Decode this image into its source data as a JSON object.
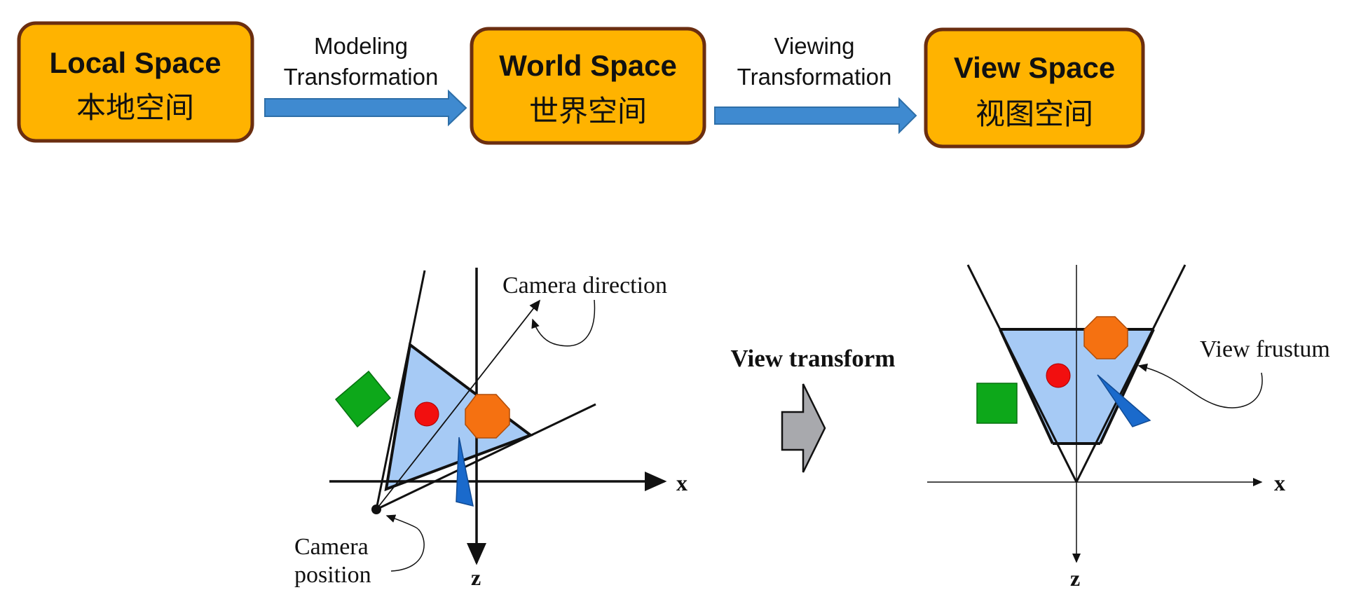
{
  "pipeline": {
    "stages": [
      {
        "title": "Local Space",
        "subtitle": "本地空间"
      },
      {
        "title": "World Space",
        "subtitle": "世界空间"
      },
      {
        "title": "View Space",
        "subtitle": "视图空间"
      }
    ],
    "transforms": [
      {
        "line1": "Modeling",
        "line2": "Transformation"
      },
      {
        "line1": "Viewing",
        "line2": "Transformation"
      }
    ]
  },
  "illustration": {
    "left": {
      "camera_direction_label": "Camera direction",
      "camera_position_label_1": "Camera",
      "camera_position_label_2": "position",
      "x_axis_label": "x",
      "z_axis_label": "z"
    },
    "middle": {
      "transform_label": "View transform"
    },
    "right": {
      "view_frustum_label": "View frustum",
      "x_axis_label": "x",
      "z_axis_label": "z"
    }
  },
  "colors": {
    "stage_fill": "#FFB300",
    "stage_border": "#6B2E10",
    "transform_arrow": "#3F8AD0",
    "transform_arrow_border": "#2E6FA8",
    "frustum_fill": "#A6CAF5",
    "square": "#0DA81A",
    "circle": "#F20F0F",
    "octagon": "#F57111",
    "wedge": "#1A6ACC",
    "view_arrow": "#A8A9AD"
  }
}
